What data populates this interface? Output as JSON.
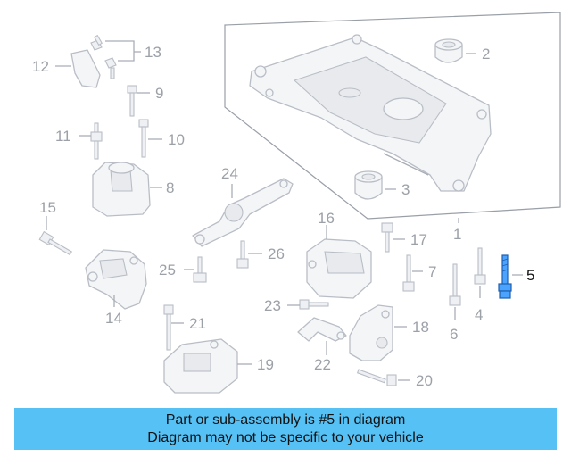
{
  "diagram": {
    "callouts": [
      "1",
      "2",
      "3",
      "4",
      "5",
      "6",
      "7",
      "8",
      "9",
      "10",
      "11",
      "12",
      "13",
      "14",
      "15",
      "16",
      "17",
      "18",
      "19",
      "20",
      "21",
      "22",
      "23",
      "24",
      "25",
      "26"
    ],
    "highlighted_part": "5",
    "highlight_color": "#4aa3ff",
    "line_color": "#b9bec6"
  },
  "banner": {
    "line1": "Part or sub-assembly is #5 in diagram",
    "line2": "Diagram may not be specific to your vehicle",
    "background": "#56c1f5"
  }
}
